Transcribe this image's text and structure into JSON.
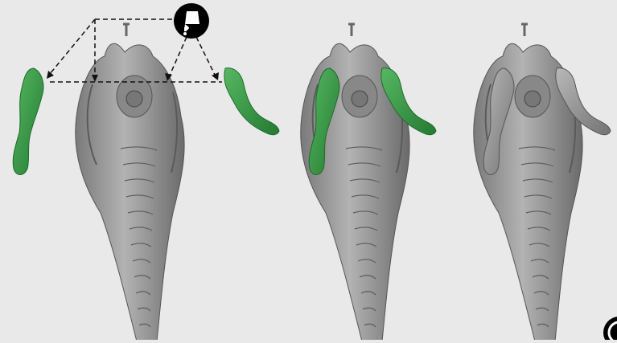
{
  "diagram": {
    "background_color": "#e9e9e9",
    "body_color": "#9a9a9a",
    "body_shade_color": "#6e6e6e",
    "arm_color": "#3ea14c",
    "arm_shade_color": "#1f6b2a",
    "arrow_color": "#111111",
    "panels": [
      {
        "name": "separate-parts",
        "arms_attached": false,
        "arms_highlighted": true
      },
      {
        "name": "attached-highlighted",
        "arms_attached": true,
        "arms_highlighted": true
      },
      {
        "name": "merged-result",
        "arms_attached": true,
        "arms_highlighted": false
      }
    ],
    "icons": [
      "bucket-icon",
      "partial-circle-icon"
    ]
  }
}
